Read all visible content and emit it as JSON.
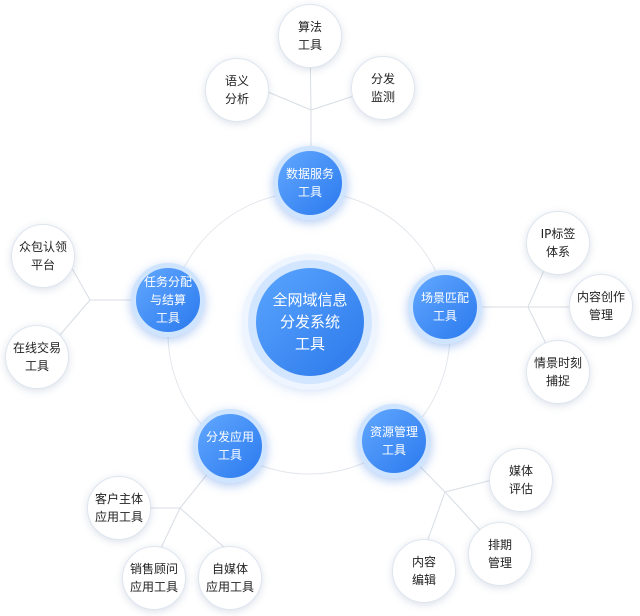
{
  "center": {
    "label": "全网域信息\n分发系统\n工具"
  },
  "hubs": [
    {
      "id": "data-service",
      "label": "数据服务\n工具",
      "leaves": [
        "算法\n工具",
        "语义\n分析",
        "分发\n监测"
      ]
    },
    {
      "id": "scene-match",
      "label": "场景匹配\n工具",
      "leaves": [
        "IP标签\n体系",
        "内容创作\n管理",
        "情景时刻\n捕捉"
      ]
    },
    {
      "id": "resource-mgmt",
      "label": "资源管理\n工具",
      "leaves": [
        "媒体\n评估",
        "排期\n管理",
        "内容\n编辑"
      ]
    },
    {
      "id": "distribution-app",
      "label": "分发应用\n工具",
      "leaves": [
        "客户主体\n应用工具",
        "销售顾问\n应用工具",
        "自媒体\n应用工具"
      ]
    },
    {
      "id": "task-settlement",
      "label": "任务分配\n与结算\n工具",
      "leaves": [
        "众包认领\n平台",
        "在线交易\n工具"
      ]
    }
  ],
  "colors": {
    "accent": "#2f7ff0",
    "ring": "#cfe4ff",
    "line": "#d8dde4"
  }
}
